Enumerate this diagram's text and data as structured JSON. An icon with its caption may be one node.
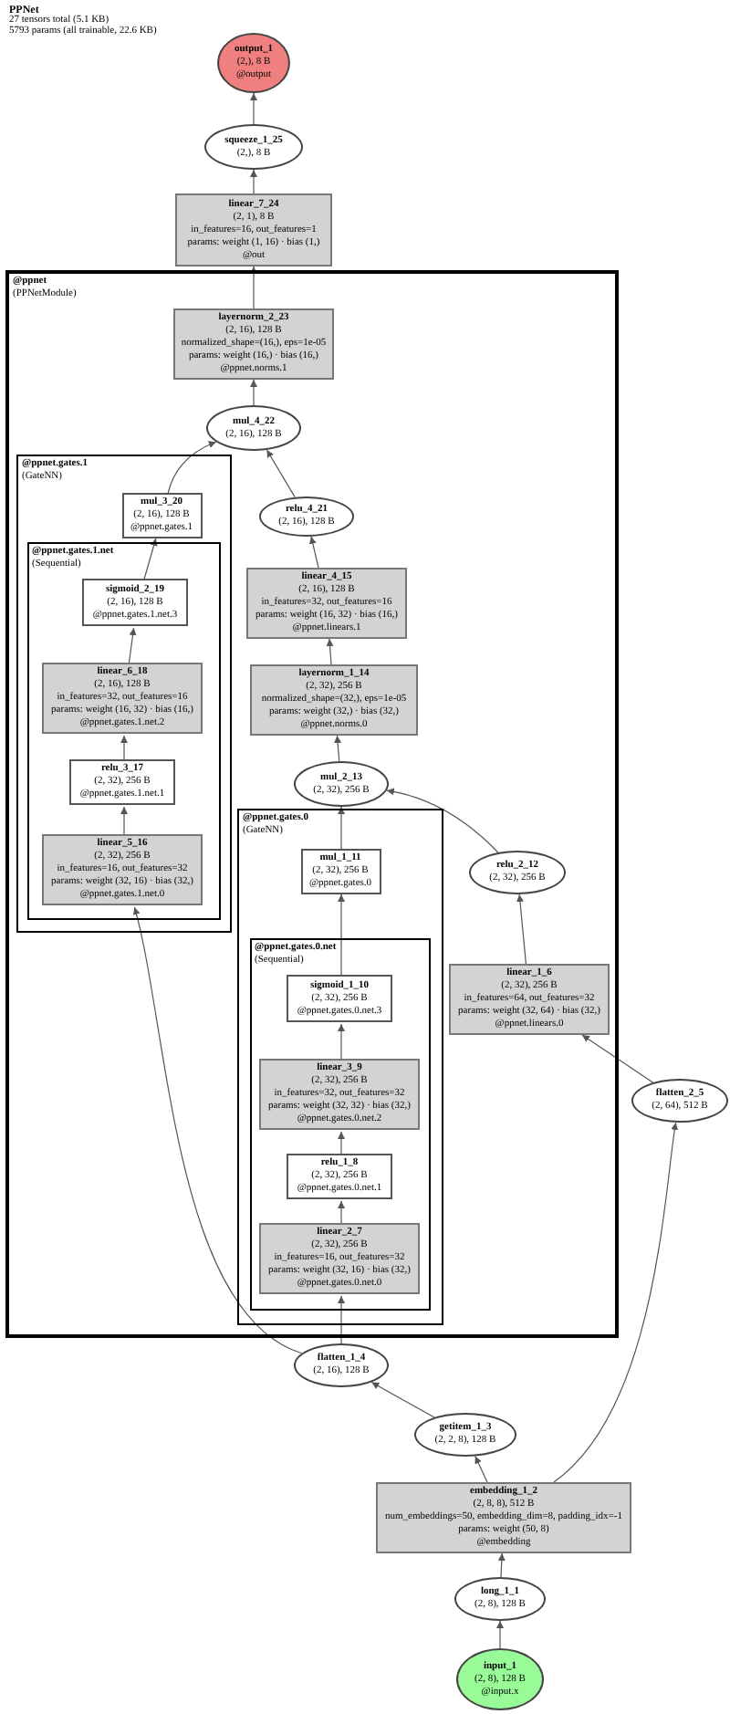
{
  "diagram": {
    "title": "PPNet",
    "nodes": [
      {
        "text": [
          "output_1",
          "(2,), 8 B",
          "@output"
        ]
      },
      {
        "text": [
          "squeeze_1_25",
          "(2,), 8 B"
        ]
      },
      {
        "text": [
          "linear_7_24",
          "(2, 1), 8 B",
          "in_features=16, out_features=1",
          "params: weight (1, 16) · bias (1,)",
          "@out"
        ]
      },
      {
        "text": [
          "@ppnet",
          "(PPNetModule)"
        ]
      },
      {
        "text": [
          "layernorm_2_23",
          "(2, 16), 128 B",
          "normalized_shape=(16,), eps=1e-05",
          "params: weight (16,) · bias (16,)",
          "@ppnet.norms.1"
        ],
        "in": 3
      },
      {
        "text": [
          "mul_4_22",
          "(2, 16), 128 B"
        ],
        "in": 3
      },
      {
        "text": [
          "@ppnet.gates.1",
          "(GateNN)"
        ],
        "in": 3
      },
      {
        "text": [
          "mul_3_20",
          "(2, 16), 128 B",
          "@ppnet.gates.1"
        ],
        "in": 6
      },
      {
        "text": [
          "@ppnet.gates.1.net",
          "(Sequential)"
        ],
        "in": 6
      },
      {
        "text": [
          "sigmoid_2_19",
          "(2, 16), 128 B",
          "@ppnet.gates.1.net.3"
        ],
        "in": 8
      },
      {
        "text": [
          "linear_6_18",
          "(2, 16), 128 B",
          "in_features=32, out_features=16",
          "params: weight (16, 32) · bias (16,)",
          "@ppnet.gates.1.net.2"
        ],
        "in": 8
      },
      {
        "text": [
          "relu_3_17",
          "(2, 32), 256 B",
          "@ppnet.gates.1.net.1"
        ],
        "in": 8
      },
      {
        "text": [
          "linear_5_16",
          "(2, 32), 256 B",
          "in_features=16, out_features=32",
          "params: weight (32, 16) · bias (32,)",
          "@ppnet.gates.1.net.0"
        ],
        "in": 8
      },
      {
        "text": [
          "relu_4_21",
          "(2, 16), 128 B"
        ],
        "in": 3
      },
      {
        "text": [
          "linear_4_15",
          "(2, 16), 128 B",
          "in_features=32, out_features=16",
          "params: weight (16, 32) · bias (16,)",
          "@ppnet.linears.1"
        ],
        "in": 3
      },
      {
        "text": [
          "layernorm_1_14",
          "(2, 32), 256 B",
          "normalized_shape=(32,), eps=1e-05",
          "params: weight (32,) · bias (32,)",
          "@ppnet.norms.0"
        ],
        "in": 3
      },
      {
        "text": [
          "mul_2_13",
          "(2, 32), 256 B"
        ],
        "in": 3
      },
      {
        "text": [
          "@ppnet.gates.0",
          "(GateNN)"
        ],
        "in": 3
      },
      {
        "text": [
          "mul_1_11",
          "(2, 32), 256 B",
          "@ppnet.gates.0"
        ],
        "in": 17
      },
      {
        "text": [
          "@ppnet.gates.0.net",
          "(Sequential)"
        ],
        "in": 17
      },
      {
        "text": [
          "sigmoid_1_10",
          "(2, 32), 256 B",
          "@ppnet.gates.0.net.3"
        ],
        "in": 19
      },
      {
        "text": [
          "linear_3_9",
          "(2, 32), 256 B",
          "in_features=32, out_features=32",
          "params: weight (32, 32) · bias (32,)",
          "@ppnet.gates.0.net.2"
        ],
        "in": 19
      },
      {
        "text": [
          "relu_1_8",
          "(2, 32), 256 B",
          "@ppnet.gates.0.net.1"
        ],
        "in": 19
      },
      {
        "text": [
          "linear_2_7",
          "(2, 32), 256 B",
          "in_features=16, out_features=32",
          "params: weight (32, 16) · bias (32,)",
          "@ppnet.gates.0.net.0"
        ],
        "in": 19
      },
      {
        "text": [
          "relu_2_12",
          "(2, 32), 256 B"
        ],
        "in": 3
      },
      {
        "text": [
          "linear_1_6",
          "(2, 32), 256 B",
          "in_features=64, out_features=32",
          "params: weight (32, 64) · bias (32,)",
          "@ppnet.linears.0"
        ],
        "in": 3
      },
      {
        "text": [
          "flatten_2_5",
          "(2, 64), 512 B"
        ]
      },
      {
        "text": [
          "flatten_1_4",
          "(2, 16), 128 B"
        ]
      },
      {
        "text": [
          "getitem_1_3",
          "(2, 2, 8), 128 B"
        ]
      },
      {
        "text": [
          "embedding_1_2",
          "(2, 8, 8), 512 B",
          "num_embeddings=50, embedding_dim=8, padding_idx=-1",
          "params: weight (50, 8)",
          "@embedding"
        ]
      },
      {
        "text": [
          "long_1_1",
          "(2, 8), 128 B"
        ]
      },
      {
        "text": [
          "input_1",
          "(2, 8), 128 B",
          "@input.x"
        ]
      }
    ],
    "edges": [
      {
        "from": 31,
        "to": 30,
        "arrow": "to"
      },
      {
        "from": 30,
        "to": 29,
        "arrow": "to"
      },
      {
        "from": 29,
        "to": 28,
        "arrow": "to"
      },
      {
        "from": 29,
        "to": 26,
        "arrow": "to"
      },
      {
        "from": 28,
        "to": 27,
        "arrow": "to"
      },
      {
        "from": 27,
        "to": 23,
        "arrow": "to"
      },
      {
        "from": 27,
        "to": 12,
        "arrow": "to"
      },
      {
        "from": 26,
        "to": 25,
        "arrow": "to"
      },
      {
        "from": 25,
        "to": 24,
        "arrow": "to"
      },
      {
        "from": 23,
        "to": 22,
        "arrow": "to"
      },
      {
        "from": 22,
        "to": 21,
        "arrow": "to"
      },
      {
        "from": 21,
        "to": 20,
        "arrow": "to"
      },
      {
        "from": 20,
        "to": 18,
        "arrow": "to"
      },
      {
        "from": 18,
        "to": 16,
        "arrow": "to"
      },
      {
        "from": 24,
        "to": 16,
        "arrow": "to"
      },
      {
        "from": 16,
        "to": 15,
        "arrow": "to"
      },
      {
        "from": 15,
        "to": 14,
        "arrow": "to"
      },
      {
        "from": 14,
        "to": 13,
        "arrow": "to"
      },
      {
        "from": 12,
        "to": 11,
        "arrow": "to"
      },
      {
        "from": 11,
        "to": 10,
        "arrow": "to"
      },
      {
        "from": 10,
        "to": 9,
        "arrow": "to"
      },
      {
        "from": 9,
        "to": 7,
        "arrow": "to"
      },
      {
        "from": 7,
        "to": 5,
        "arrow": "to"
      },
      {
        "from": 13,
        "to": 5,
        "arrow": "to"
      },
      {
        "from": 5,
        "to": 4,
        "arrow": "to"
      },
      {
        "from": 4,
        "to": 2,
        "arrow": "to"
      },
      {
        "from": 2,
        "to": 1,
        "arrow": "to"
      },
      {
        "from": 1,
        "to": 0,
        "arrow": "to"
      }
    ],
    "labels": [
      "27 tensors total (5.1 KB)",
      "5793 params (all trainable, 22.6 KB)"
    ]
  }
}
